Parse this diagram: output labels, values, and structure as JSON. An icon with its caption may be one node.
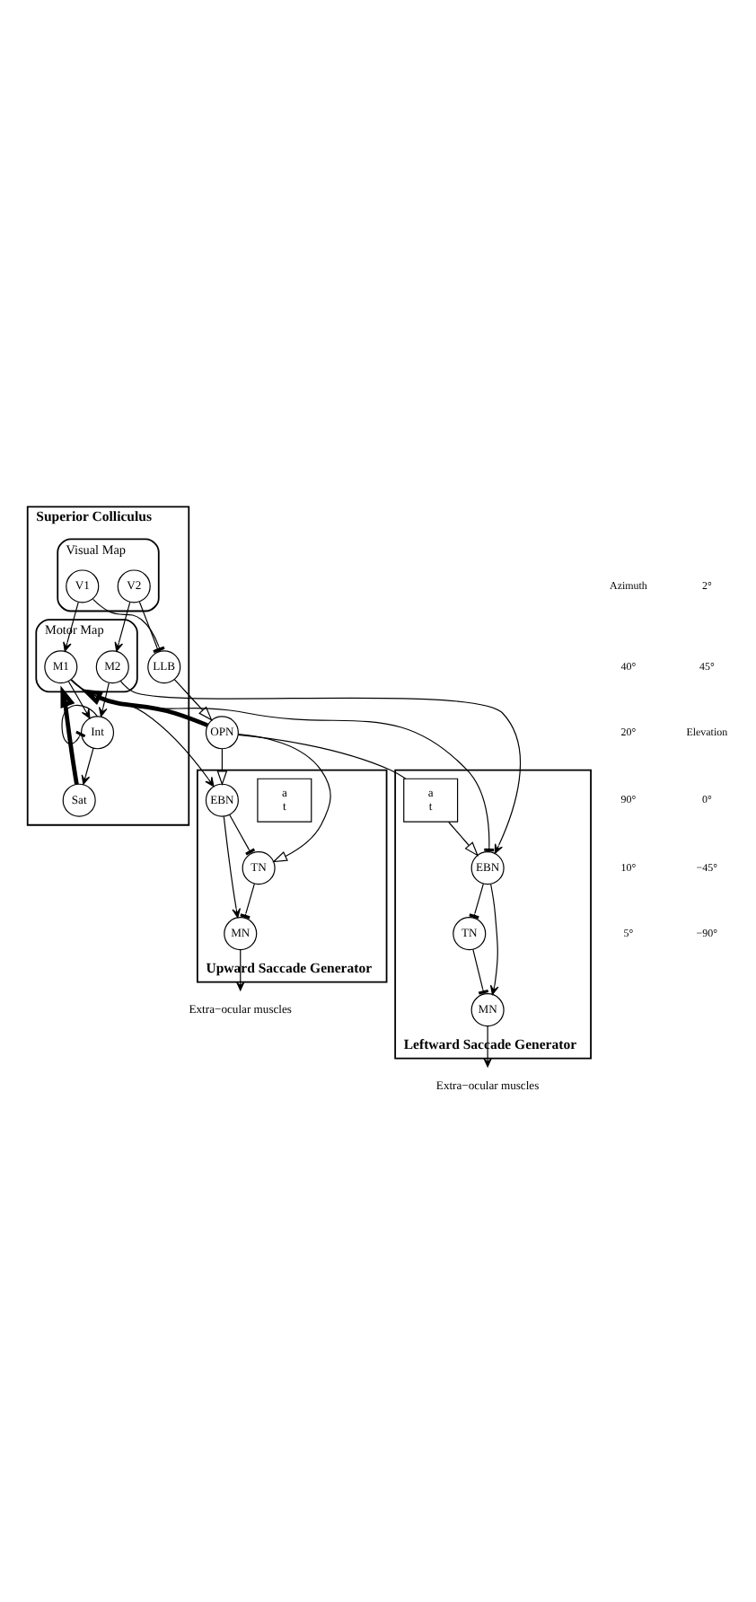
{
  "diagram": {
    "nodes": [
      {
        "text": [
          "Superior Colliculus"
        ]
      },
      {
        "text": [
          "Visual Map"
        ],
        "in": 0
      },
      {
        "text": [
          "V1"
        ],
        "in": 1
      },
      {
        "text": [
          "V2"
        ],
        "in": 1
      },
      {
        "text": [
          "LLB"
        ],
        "in": 0
      },
      {
        "text": [
          "Motor Map"
        ],
        "in": 0
      },
      {
        "text": [
          "M1"
        ],
        "in": 5
      },
      {
        "text": [
          "M2"
        ],
        "in": 5
      },
      {
        "text": [
          "Int"
        ],
        "in": 0
      },
      {
        "text": [
          "Sat"
        ],
        "in": 0
      },
      {
        "text": [
          "Upward Saccade Generator"
        ]
      },
      {
        "text": [
          "a",
          "t"
        ],
        "in": 10
      },
      {
        "text": [
          "EBN"
        ],
        "in": 10
      },
      {
        "text": [
          "TN"
        ],
        "in": 10
      },
      {
        "text": [
          "MN"
        ],
        "in": 10
      },
      {
        "text": [
          "OPN"
        ]
      },
      {
        "text": [
          "Leftward Saccade Generator"
        ]
      },
      {
        "text": [
          "a",
          "t"
        ],
        "in": 16
      },
      {
        "text": [
          "EBN"
        ],
        "in": 16
      },
      {
        "text": [
          "TN"
        ],
        "in": 16
      },
      {
        "text": [
          "MN"
        ],
        "in": 16
      },
      {
        "text": [
          "Extra−ocular muscles"
        ]
      },
      {
        "text": [
          "Extra−ocular muscles"
        ]
      }
    ],
    "edges": [
      {
        "from": 2,
        "to": 4,
        "arrow": "other"
      },
      {
        "from": 3,
        "to": 4,
        "arrow": "other"
      },
      {
        "from": 2,
        "to": 6,
        "arrow": "to"
      },
      {
        "from": 3,
        "to": 7,
        "arrow": "to"
      },
      {
        "from": 4,
        "to": 15,
        "arrow": "to"
      },
      {
        "from": 6,
        "to": 8,
        "arrow": "to"
      },
      {
        "from": 7,
        "to": 8,
        "arrow": "to"
      },
      {
        "from": 8,
        "to": 8,
        "arrow": "other"
      },
      {
        "from": 8,
        "to": 9,
        "arrow": "to"
      },
      {
        "from": 9,
        "to": 5,
        "arrow": "to",
        "style": "thick"
      },
      {
        "from": 15,
        "to": 5,
        "arrow": "to",
        "style": "thick"
      },
      {
        "from": 6,
        "to": 12,
        "arrow": "to"
      },
      {
        "from": 6,
        "to": 18,
        "arrow": "other"
      },
      {
        "from": 7,
        "to": 18,
        "arrow": "to"
      },
      {
        "from": 15,
        "to": 12,
        "arrow": "to"
      },
      {
        "from": 15,
        "to": 13,
        "arrow": "to"
      },
      {
        "from": 12,
        "to": 13,
        "arrow": "other"
      },
      {
        "from": 12,
        "to": 14,
        "arrow": "to"
      },
      {
        "from": 13,
        "to": 14,
        "arrow": "other"
      },
      {
        "from": 15,
        "to": 17,
        "arrow": "none"
      },
      {
        "from": 17,
        "to": 18,
        "arrow": "to"
      },
      {
        "from": 18,
        "to": 19,
        "arrow": "other"
      },
      {
        "from": 18,
        "to": 20,
        "arrow": "to"
      },
      {
        "from": 19,
        "to": 20,
        "arrow": "other"
      },
      {
        "from": 14,
        "to": 21,
        "arrow": "to"
      },
      {
        "from": 20,
        "to": 22,
        "arrow": "to"
      }
    ],
    "labels": [
      "Azimuth",
      "40°",
      "20°",
      "90°",
      "10°",
      "5°",
      "2°",
      "45°",
      "Elevation",
      "0°",
      "−45°",
      "−90°"
    ]
  }
}
